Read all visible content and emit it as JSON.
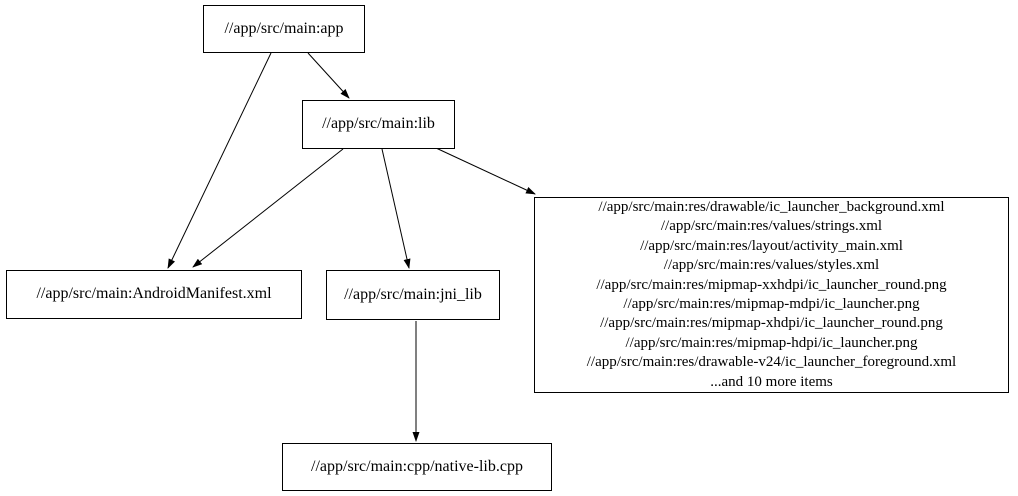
{
  "diagram": {
    "type": "dependency-graph",
    "background_color": "#ffffff",
    "node_border_color": "#000000",
    "edge_color": "#000000",
    "text_color": "#000000",
    "nodes": {
      "app": {
        "label": "//app/src/main:app"
      },
      "lib": {
        "label": "//app/src/main:lib"
      },
      "android_manifest": {
        "label": "//app/src/main:AndroidManifest.xml"
      },
      "jni_lib": {
        "label": "//app/src/main:jni_lib"
      },
      "resources": {
        "lines": [
          "//app/src/main:res/drawable/ic_launcher_background.xml",
          "//app/src/main:res/values/strings.xml",
          "//app/src/main:res/layout/activity_main.xml",
          "//app/src/main:res/values/styles.xml",
          "//app/src/main:res/mipmap-xxhdpi/ic_launcher_round.png",
          "//app/src/main:res/mipmap-mdpi/ic_launcher.png",
          "//app/src/main:res/mipmap-xhdpi/ic_launcher_round.png",
          "//app/src/main:res/mipmap-hdpi/ic_launcher.png",
          "//app/src/main:res/drawable-v24/ic_launcher_foreground.xml",
          "...and 10 more items"
        ]
      },
      "native_lib_cpp": {
        "label": "//app/src/main:cpp/native-lib.cpp"
      }
    },
    "edges": [
      {
        "from": "app",
        "to": "lib"
      },
      {
        "from": "app",
        "to": "android_manifest"
      },
      {
        "from": "lib",
        "to": "android_manifest"
      },
      {
        "from": "lib",
        "to": "jni_lib"
      },
      {
        "from": "lib",
        "to": "resources"
      },
      {
        "from": "jni_lib",
        "to": "native_lib_cpp"
      }
    ]
  }
}
